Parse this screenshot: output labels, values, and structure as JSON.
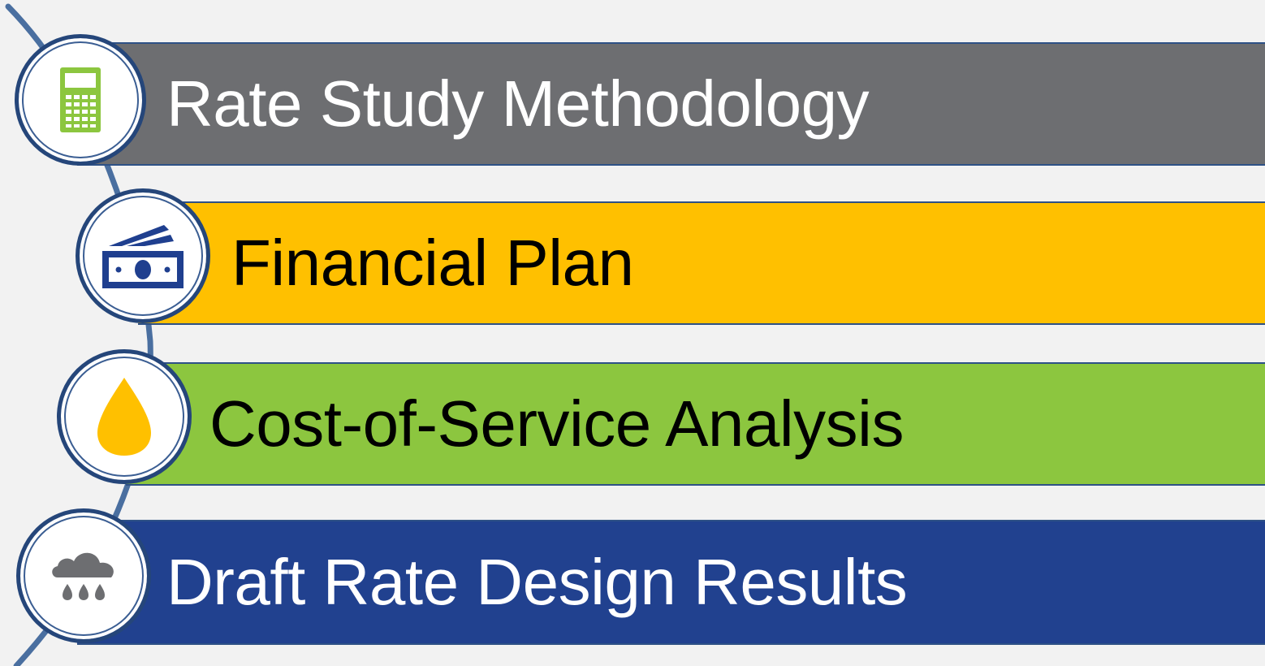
{
  "steps": [
    {
      "label": "Rate Study Methodology",
      "icon": "calculator-icon",
      "bar_color": "#6d6e71",
      "text_color": "#ffffff"
    },
    {
      "label": "Financial Plan",
      "icon": "money-bills-icon",
      "bar_color": "#ffc000",
      "text_color": "#000000"
    },
    {
      "label": "Cost-of-Service Analysis",
      "icon": "water-drop-icon",
      "bar_color": "#8cc63f",
      "text_color": "#000000"
    },
    {
      "label": "Draft Rate Design Results",
      "icon": "rain-cloud-icon",
      "bar_color": "#21418f",
      "text_color": "#ffffff"
    }
  ],
  "colors": {
    "connector": "#4a6fa0",
    "badge_border": "#25467a",
    "calculator": "#8cc63f",
    "money": "#1f3f8f",
    "drop": "#ffc000",
    "cloud": "#6d6e71"
  }
}
